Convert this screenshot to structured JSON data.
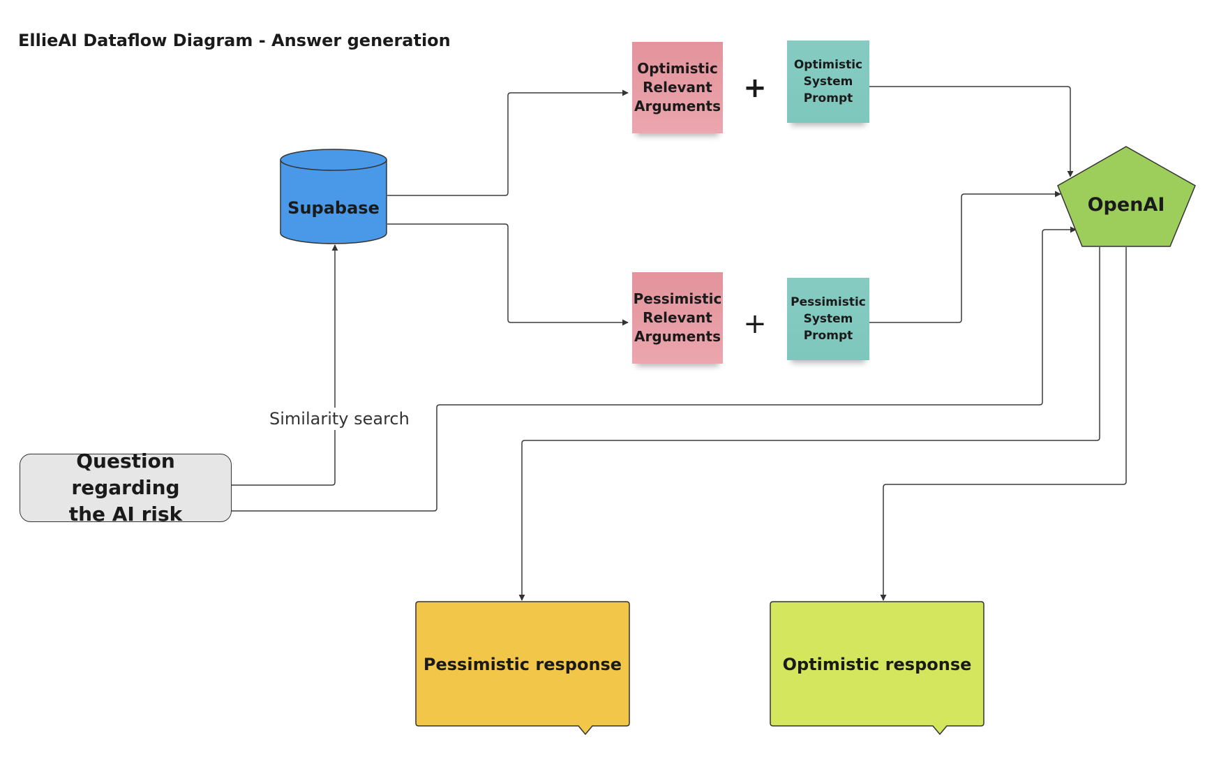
{
  "diagram": {
    "title": "EllieAI Dataflow Diagram - Answer generation",
    "nodes": {
      "supabase": {
        "label": "Supabase",
        "color": "#4a98e8"
      },
      "openai": {
        "label": "OpenAI",
        "color": "#9dcd5a"
      },
      "question": {
        "label": "Question regarding\nthe AI risk",
        "color": "#e6e6e6"
      },
      "optimistic_arguments": {
        "label": "Optimistic\nRelevant\nArguments",
        "color": "#e89aa2"
      },
      "optimistic_prompt": {
        "label": "Optimistic\nSystem\nPrompt",
        "color": "#84c9c0"
      },
      "pessimistic_arguments": {
        "label": "Pessimistic\nRelevant\nArguments",
        "color": "#e89aa2"
      },
      "pessimistic_prompt": {
        "label": "Pessimistic\nSystem\nPrompt",
        "color": "#84c9c0"
      },
      "pessimistic_response": {
        "label": "Pessimistic response",
        "color": "#f2c648"
      },
      "optimistic_response": {
        "label": "Optimistic response",
        "color": "#d4e65e"
      }
    },
    "operators": {
      "plus_top": "+",
      "plus_bottom": "+"
    },
    "edges": [
      {
        "from": "question",
        "to": "supabase",
        "label": "Similarity search"
      },
      {
        "from": "question",
        "to": "openai",
        "label": ""
      },
      {
        "from": "supabase",
        "to": "optimistic_arguments",
        "label": ""
      },
      {
        "from": "supabase",
        "to": "pessimistic_arguments",
        "label": ""
      },
      {
        "from": "optimistic_prompt",
        "to": "openai",
        "label": ""
      },
      {
        "from": "pessimistic_prompt",
        "to": "openai",
        "label": ""
      },
      {
        "from": "openai",
        "to": "pessimistic_response",
        "label": ""
      },
      {
        "from": "openai",
        "to": "optimistic_response",
        "label": ""
      }
    ]
  }
}
